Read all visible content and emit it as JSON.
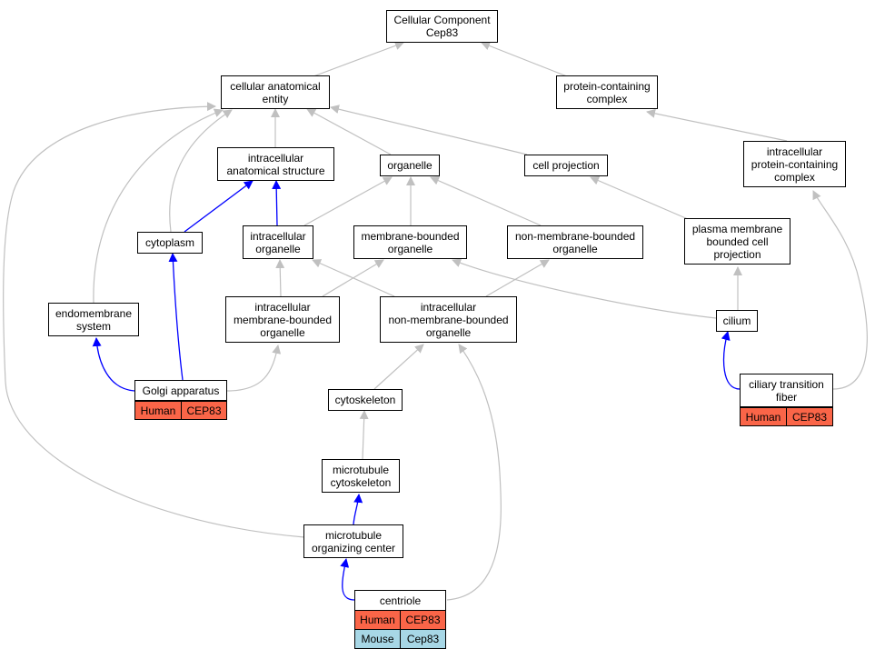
{
  "colors": {
    "is_a_edge": "#c0c0c0",
    "part_of_edge": "#0000ff",
    "human_tag": "#fa6548",
    "mouse_tag": "#a7d7e6"
  },
  "nodes": {
    "root": "Cellular Component\nCep83",
    "cellular_anatomical_entity": "cellular anatomical\nentity",
    "protein_containing_complex": "protein-containing\ncomplex",
    "intracellular_anatomical_structure": "intracellular\nanatomical structure",
    "organelle": "organelle",
    "cell_projection": "cell projection",
    "intracellular_protein_containing_complex": "intracellular\nprotein-containing\ncomplex",
    "cytoplasm": "cytoplasm",
    "intracellular_organelle": "intracellular\norganelle",
    "membrane_bounded_organelle": "membrane-bounded\norganelle",
    "non_membrane_bounded_organelle": "non-membrane-bounded\norganelle",
    "plasma_membrane_bounded_cell_projection": "plasma membrane\nbounded cell\nprojection",
    "endomembrane_system": "endomembrane\nsystem",
    "intracellular_membrane_bounded_organelle": "intracellular\nmembrane-bounded\norganelle",
    "intracellular_non_membrane_bounded_organelle": "intracellular\nnon-membrane-bounded\norganelle",
    "cilium": "cilium",
    "golgi_apparatus": "Golgi apparatus",
    "ciliary_transition_fiber": "ciliary transition\nfiber",
    "cytoskeleton": "cytoskeleton",
    "microtubule_cytoskeleton": "microtubule\ncytoskeleton",
    "microtubule_organizing_center": "microtubule\norganizing center",
    "centriole": "centriole"
  },
  "annotations": {
    "golgi_apparatus": [
      {
        "species": "Human",
        "gene": "CEP83"
      }
    ],
    "ciliary_transition_fiber": [
      {
        "species": "Human",
        "gene": "CEP83"
      }
    ],
    "centriole": [
      {
        "species": "Human",
        "gene": "CEP83"
      },
      {
        "species": "Mouse",
        "gene": "Cep83"
      }
    ]
  }
}
